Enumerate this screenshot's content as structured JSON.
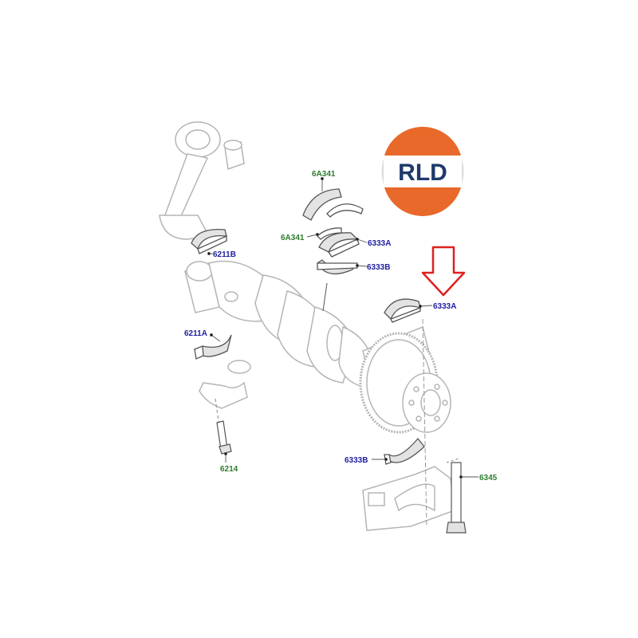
{
  "logo": {
    "text": "RLD",
    "colors": {
      "orange": "#e8692a",
      "navy": "#1f3a6b",
      "white": "#ffffff"
    }
  },
  "colors": {
    "part_stroke": "#b5b5b5",
    "part_fill": "#ffffff",
    "shade": "#e3e3e3",
    "label_blue": "#1f1fa0",
    "label_green": "#2e7d2e",
    "arrow_red": "#e02020"
  },
  "labels": {
    "thrust_upper": "6A341",
    "thrust_lower": "6A341",
    "main_upper_top": "6333A",
    "main_lower_top": "6333B",
    "main_upper_right": "6333A",
    "main_lower_bottom": "6333B",
    "rod_upper_bearing": "6211B",
    "rod_lower_bearing": "6211A",
    "rod_bolt": "6214",
    "main_bolt": "6345"
  },
  "highlight": {
    "target": "6333A",
    "indicator": "arrow-down"
  }
}
